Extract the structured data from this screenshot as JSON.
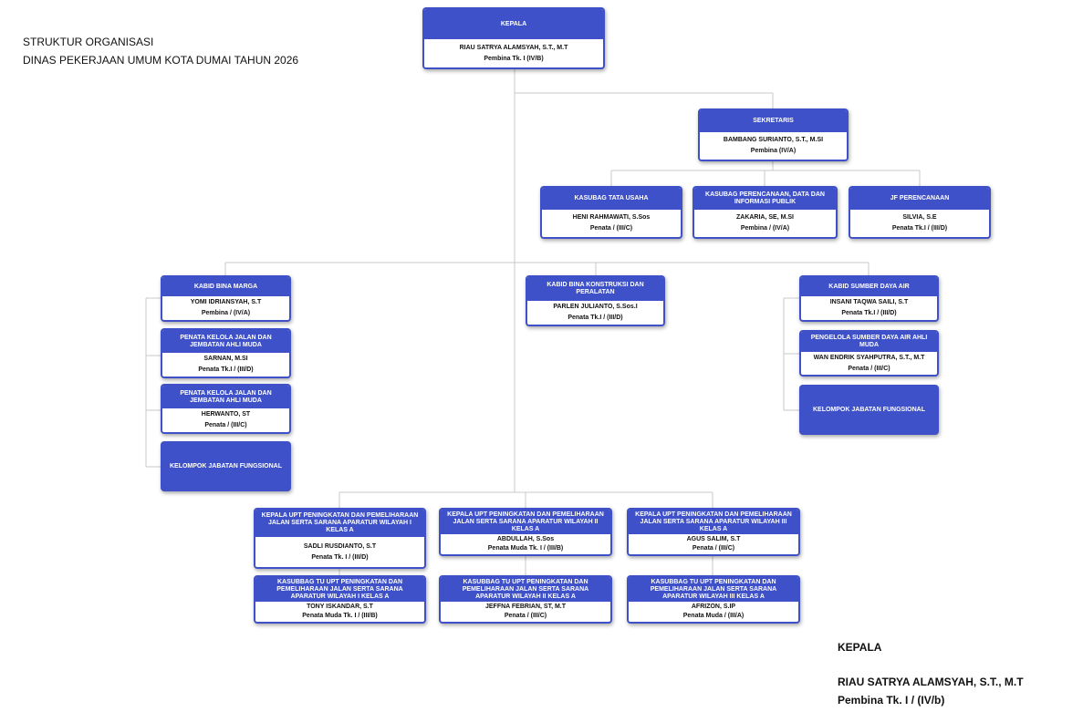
{
  "title": {
    "line1": "STRUKTUR ORGANISASI",
    "line2": "DINAS PEKERJAAN UMUM KOTA DUMAI TAHUN 2026"
  },
  "kepala": {
    "title": "KEPALA",
    "name": "RIAU SATRYA ALAMSYAH, S.T., M.T",
    "rank": "Pembina Tk. I (IV/B)"
  },
  "sekretaris": {
    "title": "SEKRETARIS",
    "name": "BAMBANG SURIANTO, S.T., M.SI",
    "rank": "Pembina  (IV/A)"
  },
  "kasubag_tu": {
    "title": "KASUBAG TATA USAHA",
    "name": "HENI RAHMAWATI, S.Sos",
    "rank": "Penata / (III/C)"
  },
  "kasubag_perencanaan": {
    "title": "KASUBAG PERENCANAAN, DATA DAN INFORMASI PUBLIK",
    "name": "ZAKARIA, SE, M.SI",
    "rank": "Pembina  / (IV/A)"
  },
  "jf_perencanaan": {
    "title": "JF PERENCANAAN",
    "name": "SILVIA, S.E",
    "rank": "Penata Tk.I / (III/D)"
  },
  "bina_marga": {
    "title": "KABID BINA MARGA",
    "name": "YOMI IDRIANSYAH, S.T",
    "rank": "Pembina / (IV/A)"
  },
  "penata_jalan_1": {
    "title": "PENATA KELOLA JALAN DAN JEMBATAN AHLI MUDA",
    "name": "SARNAN, M.SI",
    "rank": "Penata Tk.I / (III/D)"
  },
  "penata_jalan_2": {
    "title": "PENATA KELOLA JALAN DAN JEMBATAN AHLI MUDA",
    "name": "HERWANTO, ST",
    "rank": "Penata / (III/C)"
  },
  "kjf_left": {
    "label": "KELOMPOK JABATAN FUNGSIONAL"
  },
  "bina_konstruksi": {
    "title": "KABID BINA KONSTRUKSI DAN PERALATAN",
    "name": "PARLEN JULIANTO, S.Sos.I",
    "rank": "Penata Tk.I / (III/D)"
  },
  "sumber_daya_air": {
    "title": "KABID SUMBER DAYA AIR",
    "name": "INSANI TAQWA SAILI, S.T",
    "rank": "Penata Tk.I / (III/D)"
  },
  "pengelola_sda": {
    "title": "PENGELOLA SUMBER DAYA AIR AHLI MUDA",
    "name": "WAN ENDRIK SYAHPUTRA, S.T., M.T",
    "rank": "Penata / (III/C)"
  },
  "kjf_right": {
    "label": "KELOMPOK JABATAN FUNGSIONAL"
  },
  "upt1": {
    "title": "KEPALA UPT PENINGKATAN DAN PEMELIHARAAN JALAN SERTA SARANA APARATUR WILAYAH I KELAS A",
    "name": "SADLI RUSDIANTO, S.T",
    "rank": "Penata Tk. I / (III/D)"
  },
  "upt2": {
    "title": "KEPALA UPT PENINGKATAN DAN PEMELIHARAAN JALAN SERTA SARANA APARATUR WILAYAH II KELAS A",
    "name": "ABDULLAH, S.Sos",
    "rank": "Penata Muda Tk. I / (III/B)"
  },
  "upt3": {
    "title": "KEPALA UPT PENINGKATAN DAN PEMELIHARAAN JALAN SERTA SARANA APARATUR WILAYAH III KELAS A",
    "name": "AGUS SALIM, S.T",
    "rank": "Penata / (III/C)"
  },
  "upt1_tu": {
    "title": "KASUBBAG TU UPT PENINGKATAN DAN PEMELIHARAAN JALAN SERTA SARANA APARATUR WILAYAH I KELAS A",
    "name": "TONY ISKANDAR, S.T",
    "rank": "Penata Muda Tk. I / (III/B)"
  },
  "upt2_tu": {
    "title": "KASUBBAG TU UPT PENINGKATAN DAN PEMELIHARAAN JALAN SERTA SARANA APARATUR WILAYAH II KELAS A",
    "name": "JEFFNA FEBRIAN, ST, M.T",
    "rank": "Penata / (III/C)"
  },
  "upt3_tu": {
    "title": "KASUBBAG TU UPT PENINGKATAN DAN PEMELIHARAAN JALAN SERTA SARANA APARATUR WILAYAH III KELAS A",
    "name": "AFRIZON, S.IP",
    "rank": "Penata Muda / (III/A)"
  },
  "signature": {
    "position": "KEPALA",
    "name": "RIAU SATRYA ALAMSYAH, S.T., M.T",
    "rank": "Pembina Tk. I / (IV/b)"
  },
  "colors": {
    "box": "#3f51c8",
    "line": "#c8c8c8"
  }
}
